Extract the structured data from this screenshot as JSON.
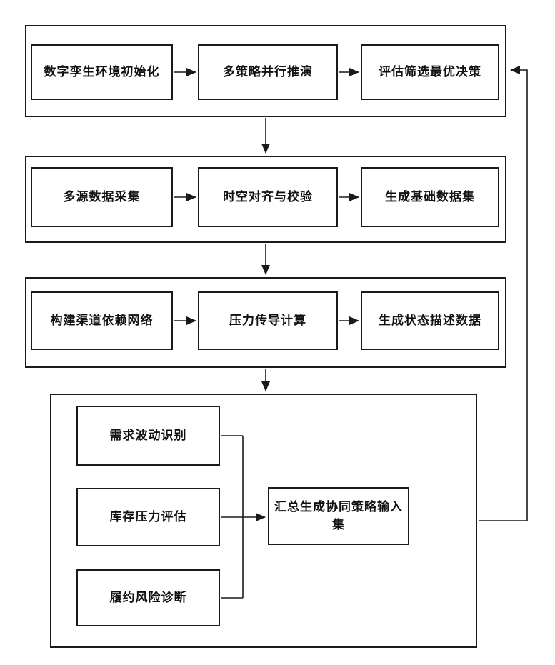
{
  "figure": {
    "background": "#ffffff",
    "line_color": "#1a1a1a",
    "stages": [
      {
        "id": "digital-twin-simulation",
        "boxes": [
          "数字孪生环境初始化",
          "多策略并行推演",
          "评估筛选最优决策"
        ]
      },
      {
        "id": "data-preparation",
        "boxes": [
          "多源数据采集",
          "时空对齐与校验",
          "生成基础数据集"
        ]
      },
      {
        "id": "network-computation",
        "boxes": [
          "构建渠道依赖网络",
          "压力传导计算",
          "生成状态描述数据"
        ]
      },
      {
        "id": "risk-analysis-aggregation",
        "boxes": [
          "需求波动识别",
          "库存压力评估",
          "履约风险诊断"
        ],
        "output": "汇总生成协同策略输入\n集"
      }
    ]
  }
}
